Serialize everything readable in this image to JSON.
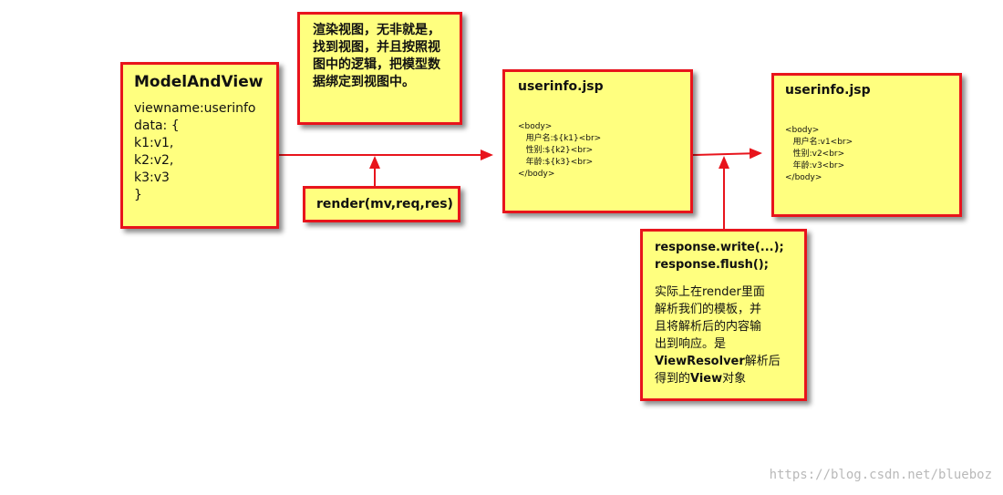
{
  "model_and_view": {
    "title": "ModelAndView",
    "lines": [
      "viewname:userinfo",
      "data: {",
      "k1:v1,",
      "k2:v2,",
      "k3:v3",
      "}"
    ]
  },
  "note_render_view": {
    "text": "渲染视图，无非就是，找到视图，并且按照视图中的逻辑，把模型数据绑定到视图中。"
  },
  "render_call": {
    "label": "render(mv,req,res)"
  },
  "jsp_template": {
    "title": "userinfo.jsp",
    "lines": [
      "<body>",
      "   用户名:${k1}<br>",
      "   性别:${k2}<br>",
      "   年龄:${k3}<br>",
      "</body>"
    ]
  },
  "jsp_rendered": {
    "title": "userinfo.jsp",
    "lines": [
      "<body>",
      "   用户名:v1<br>",
      "   性别:v2<br>",
      "   年龄:v3<br>",
      "</body>"
    ]
  },
  "note_response": {
    "code_line1": "response.write(...);",
    "code_line2": "response.flush();",
    "para_lines": [
      "实际上在render里面",
      "解析我们的模板，并",
      "且将解析后的内容输",
      "出到响应。是"
    ],
    "resolver_name": "ViewResolver",
    "resolver_suffix": "解析后",
    "last_prefix": "得到的",
    "view_name": "View",
    "last_suffix": "对象"
  },
  "watermark": "https://blog.csdn.net/blueboz",
  "colors": {
    "box_fill": "#ffff7f",
    "box_border": "#e8141c",
    "arrow": "#e8141c",
    "watermark": "#b9b9b9"
  }
}
